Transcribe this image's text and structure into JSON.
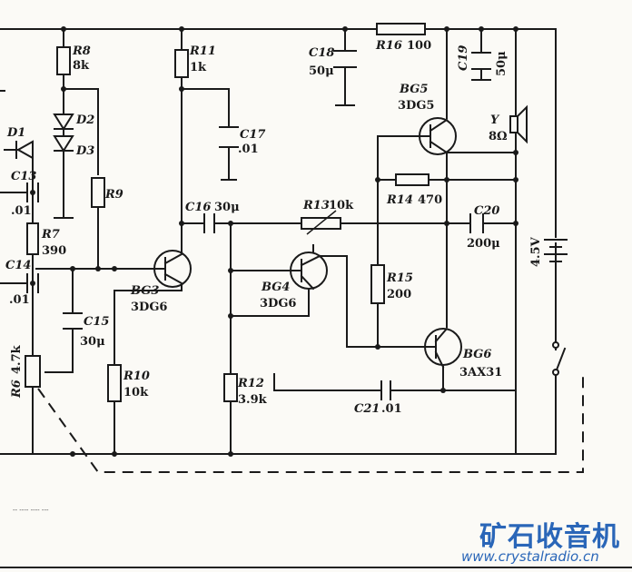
{
  "components": {
    "R8": {
      "ref": "R8",
      "val": "8k"
    },
    "R11": {
      "ref": "R11",
      "val": "1k"
    },
    "C18": {
      "ref": "C18",
      "val": "50μ"
    },
    "R16": {
      "ref": "R16",
      "val": "100"
    },
    "C19": {
      "ref": "C19",
      "val": "50μ"
    },
    "BG5": {
      "ref": "BG5",
      "val": "3DG5"
    },
    "Y": {
      "ref": "Y",
      "val": "8Ω"
    },
    "D1": {
      "ref": "D1"
    },
    "D2": {
      "ref": "D2"
    },
    "D3": {
      "ref": "D3"
    },
    "C17": {
      "ref": "C17",
      "val": ".01"
    },
    "C13": {
      "ref": "C13",
      "val": ".01"
    },
    "R9": {
      "ref": "R9"
    },
    "R14": {
      "ref": "R14",
      "val": "470"
    },
    "C16": {
      "ref": "C16",
      "val": "30μ"
    },
    "R13": {
      "ref": "R13",
      "val": "10k"
    },
    "C20": {
      "ref": "C20",
      "val": "200μ"
    },
    "R7": {
      "ref": "R7",
      "val": "390"
    },
    "C14": {
      "ref": "C14",
      "val": ".01"
    },
    "BG3": {
      "ref": "BG3",
      "val": "3DG6"
    },
    "BG4": {
      "ref": "BG4",
      "val": "3DG6"
    },
    "R15": {
      "ref": "R15",
      "val": "200"
    },
    "C15": {
      "ref": "C15",
      "val": "30μ"
    },
    "BG6": {
      "ref": "BG6",
      "val": "3AX31"
    },
    "R6": {
      "ref": "R6",
      "val": "4.7k"
    },
    "R10": {
      "ref": "R10",
      "val": "10k"
    },
    "R12": {
      "ref": "R12",
      "val": "3.9k"
    },
    "C21": {
      "ref": "C21",
      "val": ".01"
    },
    "battery": {
      "val": "4.5V"
    }
  },
  "caption": "-- ---- ---- ---",
  "watermark": {
    "cn": "矿石收音机",
    "url": "www.crystalradio.cn"
  }
}
